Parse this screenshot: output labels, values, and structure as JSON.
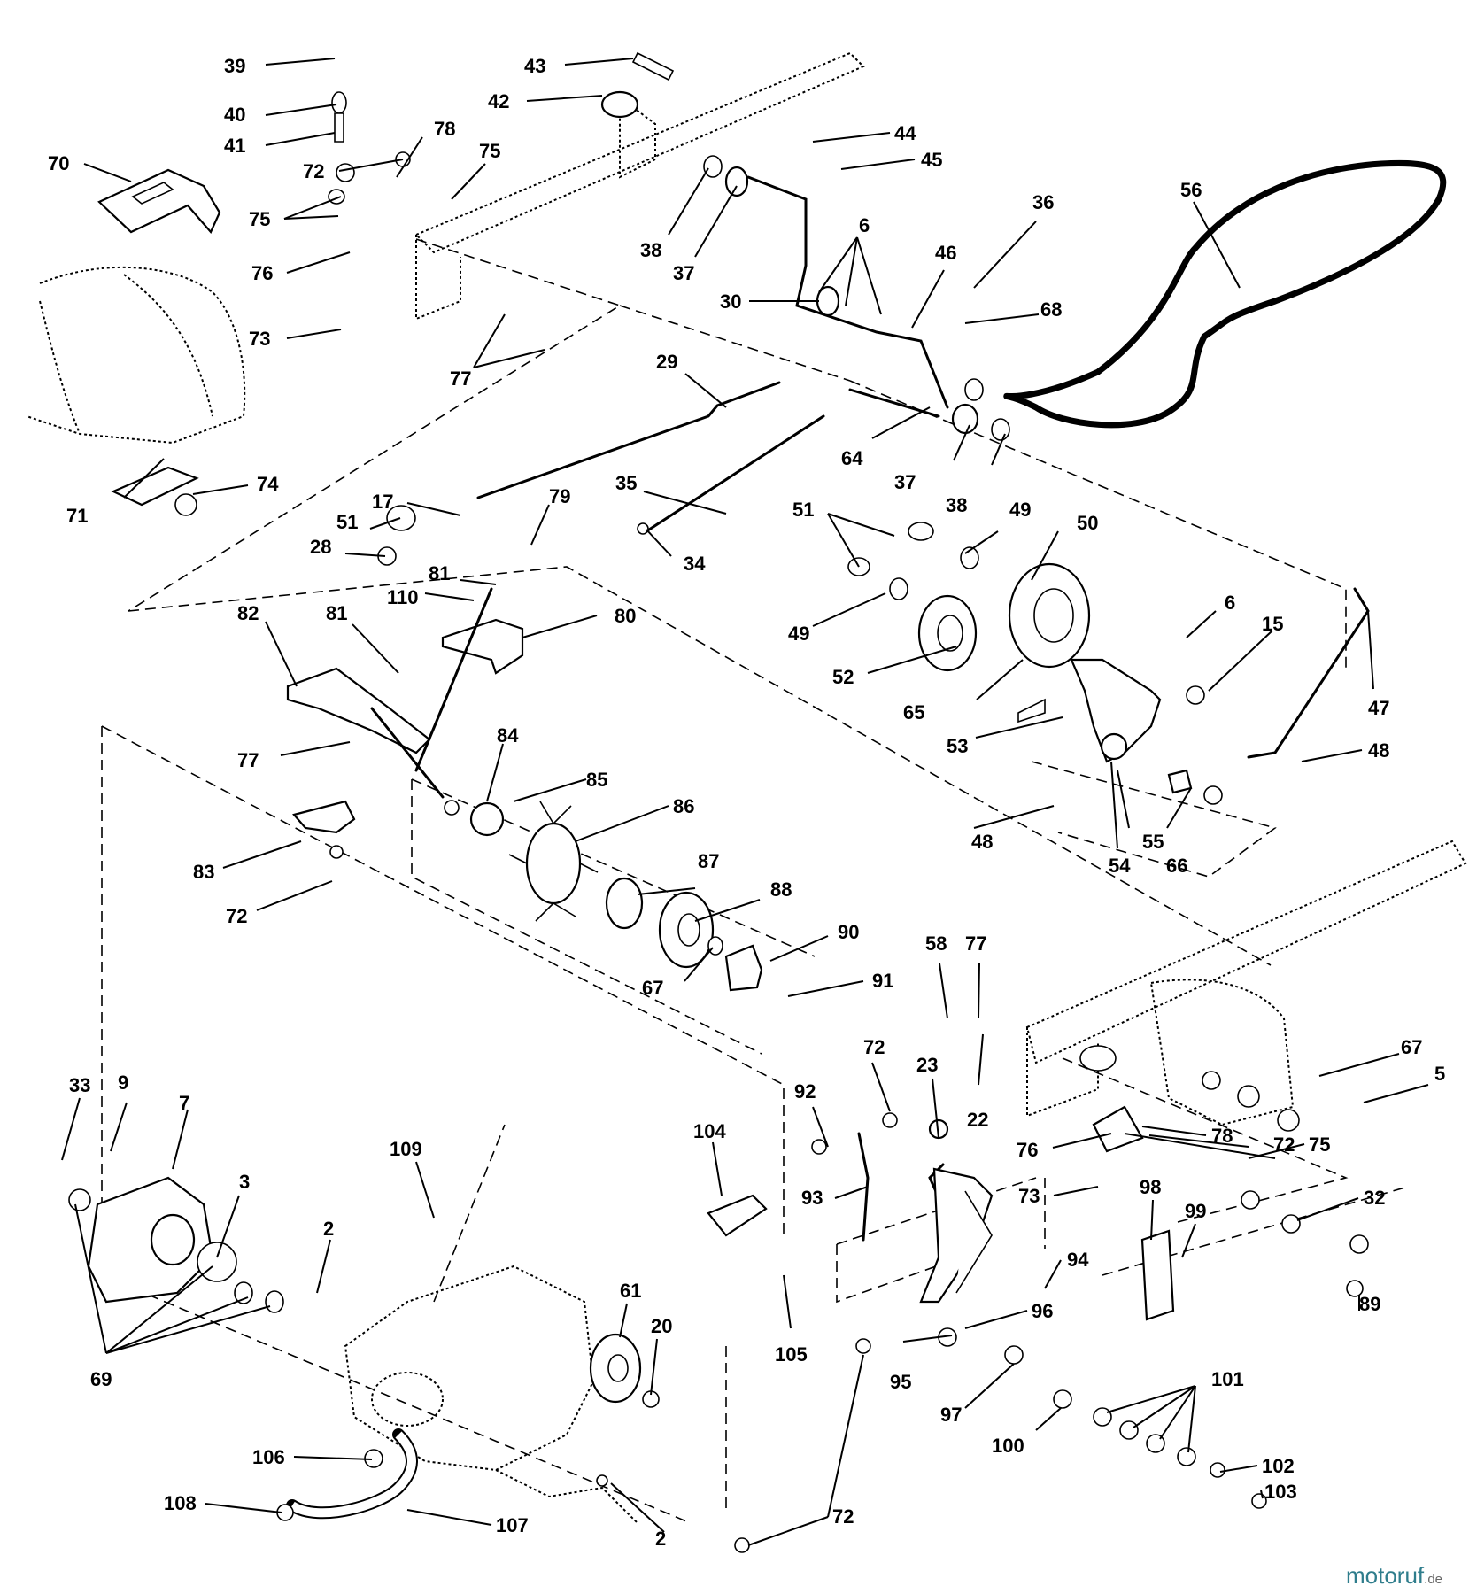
{
  "diagram": {
    "callouts": [
      {
        "id": "c1",
        "label": "39"
      },
      {
        "id": "c2",
        "label": "40"
      },
      {
        "id": "c3",
        "label": "41"
      },
      {
        "id": "c4",
        "label": "43"
      },
      {
        "id": "c5",
        "label": "42"
      },
      {
        "id": "c6",
        "label": "44"
      },
      {
        "id": "c7",
        "label": "45"
      },
      {
        "id": "c8",
        "label": "70"
      },
      {
        "id": "c9",
        "label": "72"
      },
      {
        "id": "c10",
        "label": "78"
      },
      {
        "id": "c11",
        "label": "75"
      },
      {
        "id": "c12",
        "label": "75"
      },
      {
        "id": "c13",
        "label": "76"
      },
      {
        "id": "c14",
        "label": "73"
      },
      {
        "id": "c15",
        "label": "77"
      },
      {
        "id": "c16",
        "label": "38"
      },
      {
        "id": "c17",
        "label": "37"
      },
      {
        "id": "c18",
        "label": "6"
      },
      {
        "id": "c19",
        "label": "30"
      },
      {
        "id": "c20",
        "label": "46"
      },
      {
        "id": "c21",
        "label": "36"
      },
      {
        "id": "c22",
        "label": "68"
      },
      {
        "id": "c23",
        "label": "56"
      },
      {
        "id": "c24",
        "label": "29"
      },
      {
        "id": "c25",
        "label": "64"
      },
      {
        "id": "c26",
        "label": "37"
      },
      {
        "id": "c27",
        "label": "38"
      },
      {
        "id": "c28",
        "label": "71"
      },
      {
        "id": "c29",
        "label": "74"
      },
      {
        "id": "c30",
        "label": "17"
      },
      {
        "id": "c31",
        "label": "79"
      },
      {
        "id": "c32",
        "label": "35"
      },
      {
        "id": "c33",
        "label": "34"
      },
      {
        "id": "c34",
        "label": "51"
      },
      {
        "id": "c35",
        "label": "28"
      },
      {
        "id": "c36",
        "label": "51"
      },
      {
        "id": "c37",
        "label": "49"
      },
      {
        "id": "c38",
        "label": "50"
      },
      {
        "id": "c39",
        "label": "81"
      },
      {
        "id": "c40",
        "label": "110"
      },
      {
        "id": "c41",
        "label": "82"
      },
      {
        "id": "c42",
        "label": "81"
      },
      {
        "id": "c43",
        "label": "80"
      },
      {
        "id": "c44",
        "label": "49"
      },
      {
        "id": "c45",
        "label": "6"
      },
      {
        "id": "c46",
        "label": "15"
      },
      {
        "id": "c47",
        "label": "52"
      },
      {
        "id": "c48",
        "label": "65"
      },
      {
        "id": "c49",
        "label": "47"
      },
      {
        "id": "c50",
        "label": "53"
      },
      {
        "id": "c51",
        "label": "48"
      },
      {
        "id": "c52",
        "label": "77"
      },
      {
        "id": "c53",
        "label": "84"
      },
      {
        "id": "c54",
        "label": "85"
      },
      {
        "id": "c55",
        "label": "86"
      },
      {
        "id": "c56",
        "label": "48"
      },
      {
        "id": "c57",
        "label": "55"
      },
      {
        "id": "c58",
        "label": "54"
      },
      {
        "id": "c59",
        "label": "66"
      },
      {
        "id": "c60",
        "label": "83"
      },
      {
        "id": "c61",
        "label": "87"
      },
      {
        "id": "c62",
        "label": "72"
      },
      {
        "id": "c63",
        "label": "88"
      },
      {
        "id": "c64",
        "label": "90"
      },
      {
        "id": "c65",
        "label": "67"
      },
      {
        "id": "c66",
        "label": "91"
      },
      {
        "id": "c67",
        "label": "58"
      },
      {
        "id": "c68",
        "label": "77"
      },
      {
        "id": "c69",
        "label": "33"
      },
      {
        "id": "c70",
        "label": "9"
      },
      {
        "id": "c71",
        "label": "7"
      },
      {
        "id": "c72",
        "label": "109"
      },
      {
        "id": "c73",
        "label": "72"
      },
      {
        "id": "c74",
        "label": "23"
      },
      {
        "id": "c75",
        "label": "67"
      },
      {
        "id": "c76",
        "label": "5"
      },
      {
        "id": "c77",
        "label": "92"
      },
      {
        "id": "c78",
        "label": "104"
      },
      {
        "id": "c79",
        "label": "22"
      },
      {
        "id": "c80",
        "label": "78"
      },
      {
        "id": "c81",
        "label": "72"
      },
      {
        "id": "c82",
        "label": "76"
      },
      {
        "id": "c83",
        "label": "75"
      },
      {
        "id": "c84",
        "label": "3"
      },
      {
        "id": "c85",
        "label": "93"
      },
      {
        "id": "c86",
        "label": "73"
      },
      {
        "id": "c87",
        "label": "32"
      },
      {
        "id": "c88",
        "label": "98"
      },
      {
        "id": "c89",
        "label": "99"
      },
      {
        "id": "c90",
        "label": "2"
      },
      {
        "id": "c91",
        "label": "94"
      },
      {
        "id": "c92",
        "label": "61"
      },
      {
        "id": "c93",
        "label": "20"
      },
      {
        "id": "c94",
        "label": "96"
      },
      {
        "id": "c95",
        "label": "89"
      },
      {
        "id": "c96",
        "label": "105"
      },
      {
        "id": "c97",
        "label": "95"
      },
      {
        "id": "c98",
        "label": "69"
      },
      {
        "id": "c99",
        "label": "101"
      },
      {
        "id": "c100",
        "label": "97"
      },
      {
        "id": "c101",
        "label": "100"
      },
      {
        "id": "c102",
        "label": "106"
      },
      {
        "id": "c103",
        "label": "102"
      },
      {
        "id": "c104",
        "label": "108"
      },
      {
        "id": "c105",
        "label": "107"
      },
      {
        "id": "c106",
        "label": "103"
      },
      {
        "id": "c107",
        "label": "2"
      },
      {
        "id": "c108",
        "label": "72"
      }
    ]
  },
  "watermark": {
    "brand": "motoruf",
    "suffix": ".de",
    "brand_color": "#2f7d8c",
    "suffix_color": "#666666"
  }
}
